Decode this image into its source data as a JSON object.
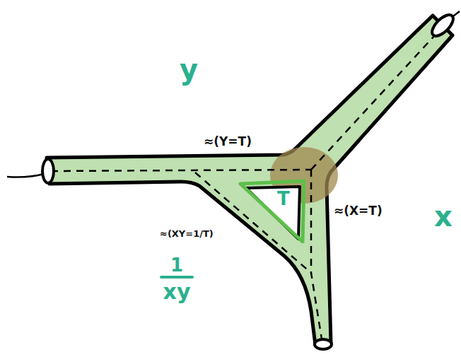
{
  "diagram": {
    "nodes": [
      {
        "text": [
          "T"
        ]
      }
    ],
    "labels": [
      "y",
      "≈(Y=T)",
      "≈(X=T)",
      "x",
      "≈(XY=1/T)",
      "1",
      "xy"
    ]
  }
}
